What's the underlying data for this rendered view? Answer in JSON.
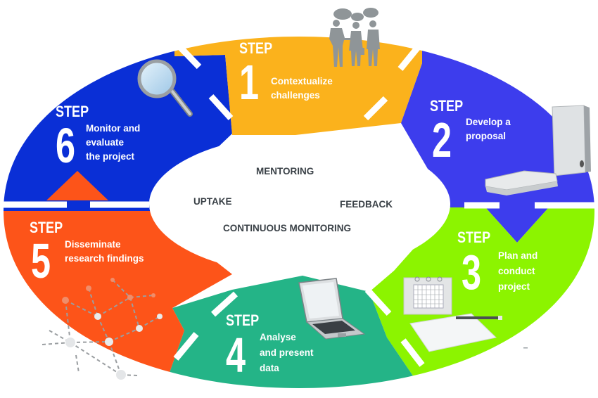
{
  "title": "Research project cycle",
  "colors": {
    "step1": "#fbb21c",
    "step2": "#3d3ded",
    "step3": "#8cf400",
    "step4": "#24b487",
    "step5": "#fd5419",
    "step6": "#0a2fd6",
    "center_text": "#3a4147",
    "separator": "#ffffff"
  },
  "steps": [
    {
      "step_label": "STEP",
      "number": "1",
      "lines": [
        "Contextualize",
        "challenges"
      ],
      "icon": "people-talking-icon"
    },
    {
      "step_label": "STEP",
      "number": "2",
      "lines": [
        "Develop a",
        "proposal"
      ],
      "icon": "binders-icon"
    },
    {
      "step_label": "STEP",
      "number": "3",
      "lines": [
        "Plan and",
        "conduct",
        "project"
      ],
      "icon": "calendar-notebook-icon"
    },
    {
      "step_label": "STEP",
      "number": "4",
      "lines": [
        "Analyse",
        "and present",
        "data"
      ],
      "icon": "laptop-icon"
    },
    {
      "step_label": "STEP",
      "number": "5",
      "lines": [
        "Disseminate",
        "research findings"
      ],
      "icon": "network-icon"
    },
    {
      "step_label": "STEP",
      "number": "6",
      "lines": [
        "Monitor and",
        "evaluate",
        "the project"
      ],
      "icon": "magnifying-glass-icon"
    }
  ],
  "center": {
    "mentoring": "MENTORING",
    "uptake": "UPTAKE",
    "feedback": "FEEDBACK",
    "continuous": "CONTINUOUS MONITORING"
  }
}
